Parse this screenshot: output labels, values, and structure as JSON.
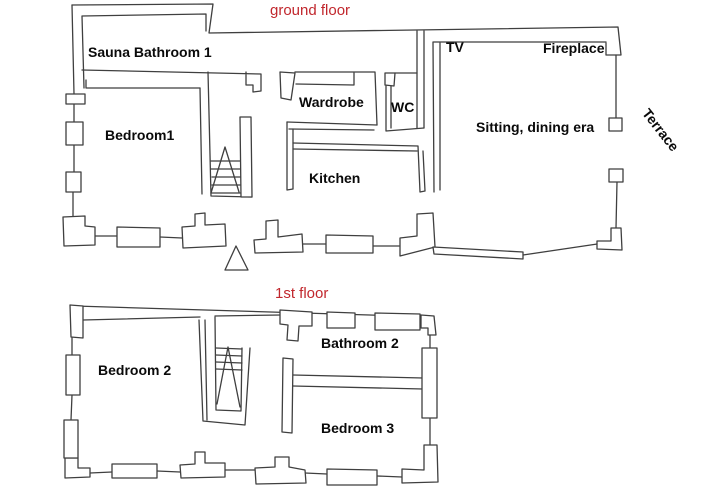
{
  "page": {
    "background": "#ffffff"
  },
  "colors": {
    "floor_title": "#c1272d",
    "wall_stroke": "#3f3f3f",
    "room_label": "#0a0a0a"
  },
  "ground_floor": {
    "title": "ground floor",
    "rooms": {
      "sauna_bathroom1": "Sauna Bathroom 1",
      "tv": "TV",
      "fireplace": "Fireplace",
      "wardrobe": "Wardrobe",
      "wc": "WC",
      "bedroom1": "Bedroom1",
      "sitting_dining": "Sitting, dining era",
      "kitchen": "Kitchen",
      "terrace": "Terrace"
    }
  },
  "first_floor": {
    "title": "1st floor",
    "rooms": {
      "bedroom2": "Bedroom 2",
      "bathroom2": "Bathroom 2",
      "bedroom3": "Bedroom 3"
    }
  }
}
